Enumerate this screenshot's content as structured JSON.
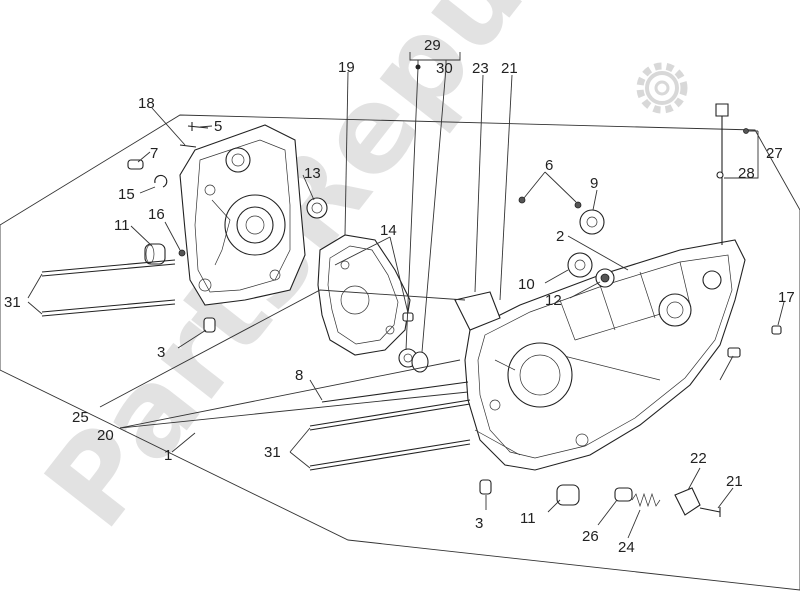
{
  "watermark": {
    "text": "PartsRepublik",
    "icon": "gear-icon"
  },
  "labels": {
    "l1": "1",
    "l2": "2",
    "l3a": "3",
    "l3b": "3",
    "l5": "5",
    "l6": "6",
    "l7": "7",
    "l8": "8",
    "l9": "9",
    "l10": "10",
    "l11a": "11",
    "l11b": "11",
    "l12": "12",
    "l13": "13",
    "l14": "14",
    "l15": "15",
    "l16": "16",
    "l17": "17",
    "l18": "18",
    "l19": "19",
    "l20": "20",
    "l21a": "21",
    "l21b": "21",
    "l22": "22",
    "l23": "23",
    "l24": "24",
    "l25": "25",
    "l26": "26",
    "l27": "27",
    "l28": "28",
    "l29": "29",
    "l30": "30",
    "l31a": "31",
    "l31b": "31"
  },
  "colors": {
    "ink": "#222222",
    "watermark": "#e2e2e2",
    "background": "#ffffff"
  }
}
